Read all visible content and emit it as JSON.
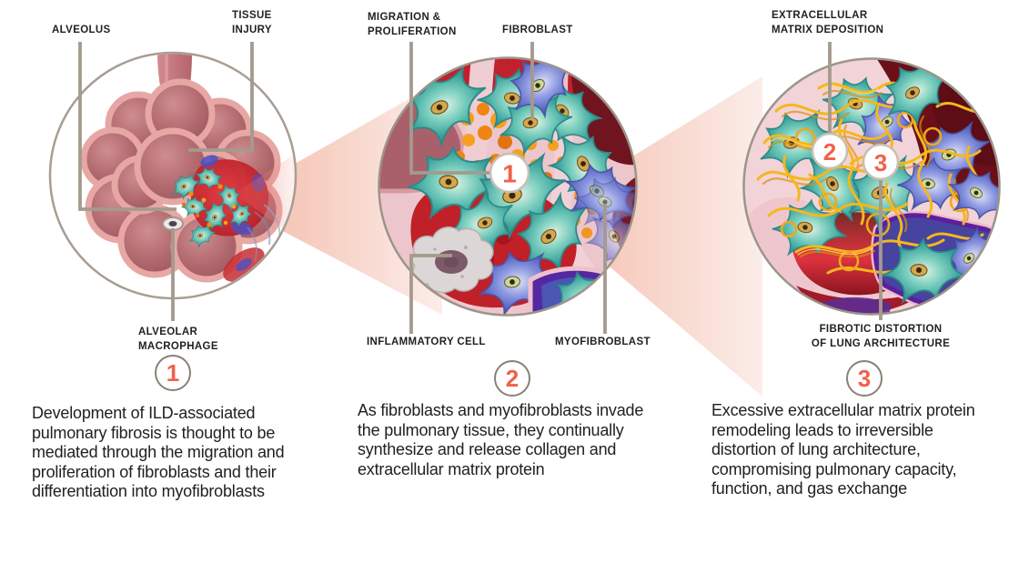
{
  "colors": {
    "accent_orange": "#f0614a",
    "callout_line": "#a49a8e",
    "label_text": "#231f20",
    "body_text": "#212121",
    "beam_pink": "#f6d0c3"
  },
  "panels": [
    {
      "id": "initiation",
      "labels": {
        "alveolus": "ALVEOLUS",
        "tissue_injury": "TISSUE\nINJURY",
        "alveolar_macrophage": "ALVEOLAR\nMACROPHAGE"
      },
      "step": {
        "number": "1",
        "text": "Development of ILD-associated\npulmonary fibrosis is thought to be\nmediated through the migration and\nproliferation of fibroblasts and their\ndifferentiation into myofibroblasts"
      }
    },
    {
      "id": "invasion",
      "labels": {
        "migration_proliferation": "MIGRATION &\nPROLIFERATION",
        "fibroblast": "FIBROBLAST",
        "inflammatory_cell": "INFLAMMATORY CELL",
        "myofibroblast": "MYOFIBROBLAST"
      },
      "markers": {
        "m1": "1"
      },
      "step": {
        "number": "2",
        "text": "As fibroblasts and myofibroblasts invade\nthe pulmonary tissue, they continually\nsynthesize and release collagen and\nextracellular matrix protein"
      }
    },
    {
      "id": "remodeling",
      "labels": {
        "ecm_deposition": "EXTRACELLULAR\nMATRIX DEPOSITION",
        "fibrotic_distortion": "FIBROTIC DISTORTION\nOF LUNG ARCHITECTURE"
      },
      "markers": {
        "m2": "2",
        "m3": "3"
      },
      "step": {
        "number": "3",
        "text": "Excessive extracellular matrix protein\nremodeling leads to irreversible\ndistortion of lung architecture,\ncompromising pulmonary capacity,\nfunction, and gas exchange"
      }
    }
  ]
}
